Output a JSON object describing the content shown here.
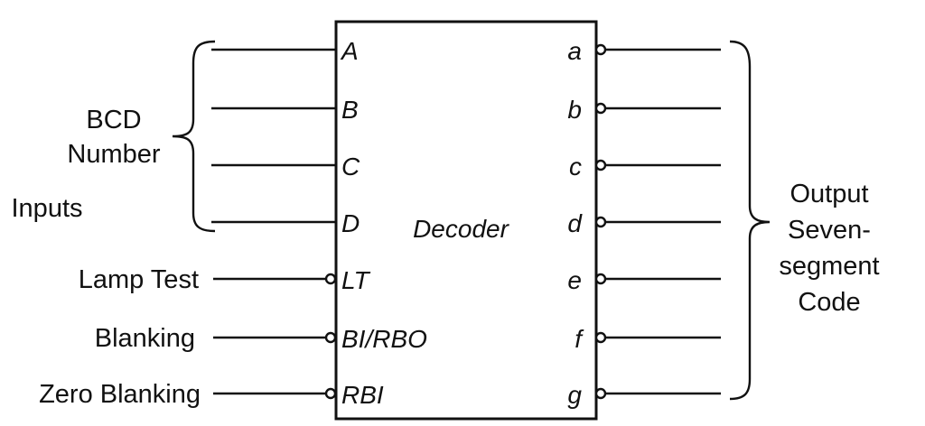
{
  "left_group": {
    "title_line1": "BCD",
    "title_line2": "Number",
    "title_line3": "Inputs"
  },
  "control_inputs": {
    "lamp_test": "Lamp Test",
    "blanking": "Blanking",
    "zero_blanking": "Zero Blanking"
  },
  "decoder": {
    "title": "Decoder",
    "input_pins": [
      "A",
      "B",
      "C",
      "D",
      "LT",
      "BI/RBO",
      "RBI"
    ],
    "output_pins": [
      "a",
      "b",
      "c",
      "d",
      "e",
      "f",
      "g"
    ]
  },
  "right_group": {
    "title_line1": "Output",
    "title_line2": "Seven-",
    "title_line3": "segment",
    "title_line4": "Code"
  }
}
